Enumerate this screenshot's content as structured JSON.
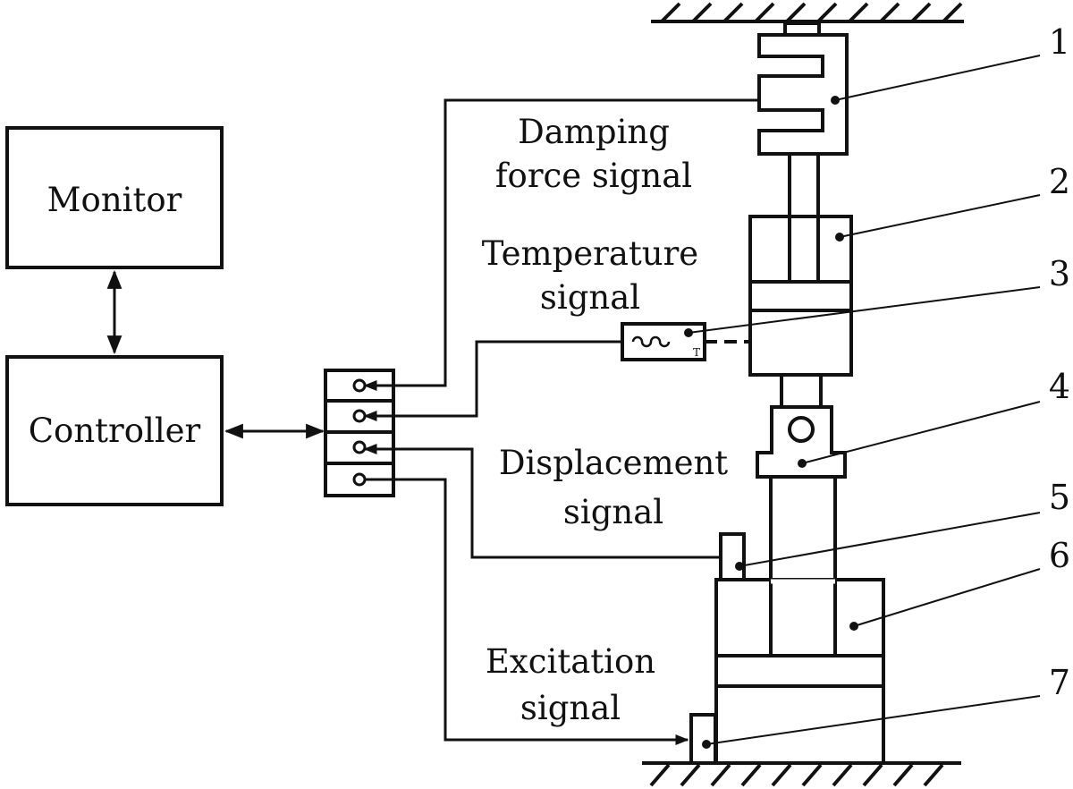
{
  "blocks": {
    "monitor": "Monitor",
    "controller": "Controller"
  },
  "signals": {
    "damping_line1": "Damping",
    "damping_line2": "force signal",
    "temperature_line1": "Temperature",
    "temperature_line2": "signal",
    "displacement_line1": "Displacement",
    "displacement_line2": "signal",
    "excitation_line1": "Excitation",
    "excitation_line2": "signal"
  },
  "callouts": [
    "1",
    "2",
    "3",
    "4",
    "5",
    "6",
    "7"
  ],
  "sensor_mark": "T"
}
